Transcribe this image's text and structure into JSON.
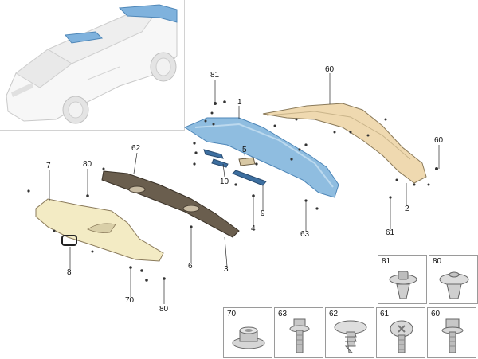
{
  "callouts": {
    "c81": "81",
    "c1": "1",
    "c60a": "60",
    "c60b": "60",
    "c5": "5",
    "c10": "10",
    "c9": "9",
    "c4": "4",
    "c2": "2",
    "c63": "63",
    "c61": "61",
    "c62": "62",
    "c7": "7",
    "c80a": "80",
    "c6": "6",
    "c3": "3",
    "c8": "8",
    "c70": "70",
    "c80b": "80"
  },
  "fastener_thumbnails": [
    {
      "label": "81",
      "icon": "push-rivet-clip-icon"
    },
    {
      "label": "80",
      "icon": "expansion-rivet-icon"
    },
    {
      "label": "70",
      "icon": "flange-nut-icon"
    },
    {
      "label": "63",
      "icon": "hex-bolt-with-washer-icon"
    },
    {
      "label": "62",
      "icon": "christmas-tree-clip-icon"
    },
    {
      "label": "61",
      "icon": "torx-screw-icon"
    },
    {
      "label": "60",
      "icon": "hex-flange-bolt-icon"
    }
  ],
  "colors": {
    "highlight_blue": "#7fb2dd",
    "spoiler_beige": "#efd9b0",
    "panel_yellow": "#f3ebc4",
    "bracket_dark": "#6a5e4e",
    "line": "#2a2a2a"
  }
}
